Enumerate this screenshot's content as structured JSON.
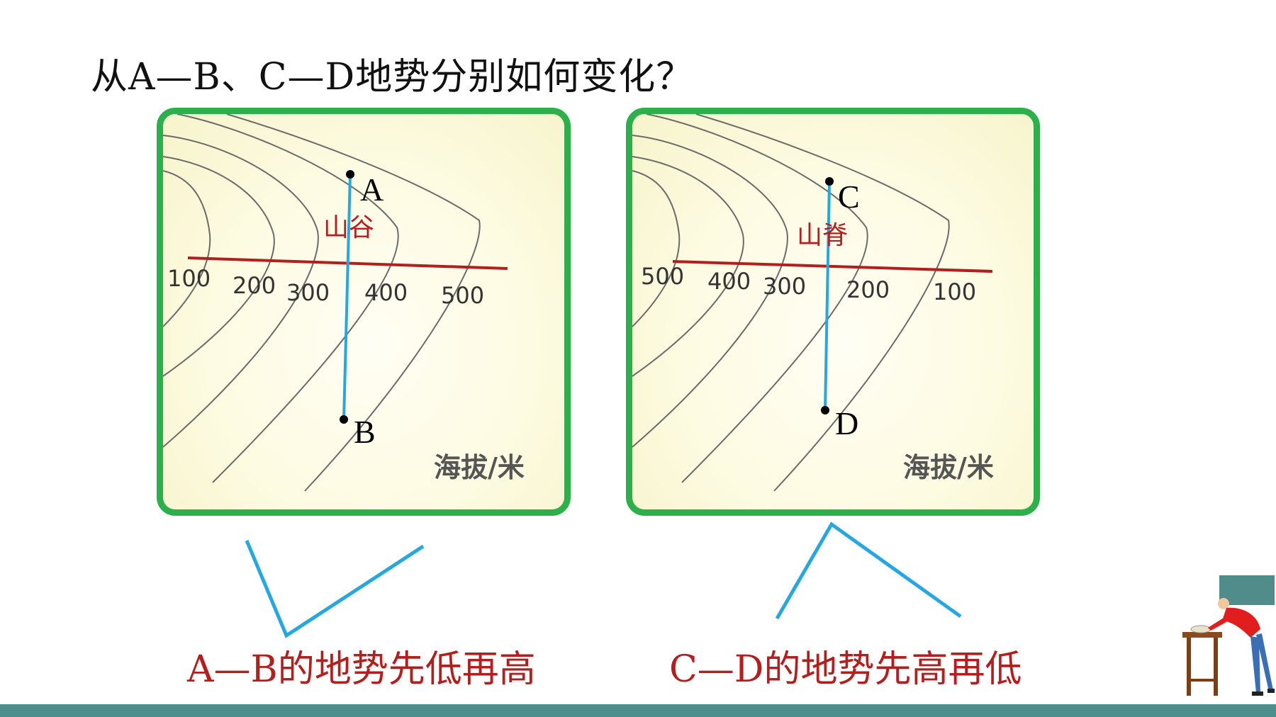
{
  "question": "从A—B、C—D地势分别如何变化？",
  "colors": {
    "panel_border": "#2db04b",
    "contour": "#6b6b6b",
    "cross_section": "#b11f1f",
    "profile_line": "#27a6df",
    "caption": "#b11f1f",
    "footer": "#4e8e8c"
  },
  "left_map": {
    "point_start": "A",
    "point_end": "B",
    "landform_label": "山谷",
    "contour_labels": [
      "100",
      "200",
      "300",
      "400",
      "500"
    ],
    "legend": "海拔/米",
    "profile_shape": "V (low then high)"
  },
  "right_map": {
    "point_start": "C",
    "point_end": "D",
    "landform_label": "山脊",
    "contour_labels": [
      "500",
      "400",
      "300",
      "200",
      "100"
    ],
    "legend": "海拔/米",
    "profile_shape": "Λ (high then low)"
  },
  "captions": {
    "left": "A—B的地势先低再高",
    "right": "C—D的地势先高再低"
  }
}
